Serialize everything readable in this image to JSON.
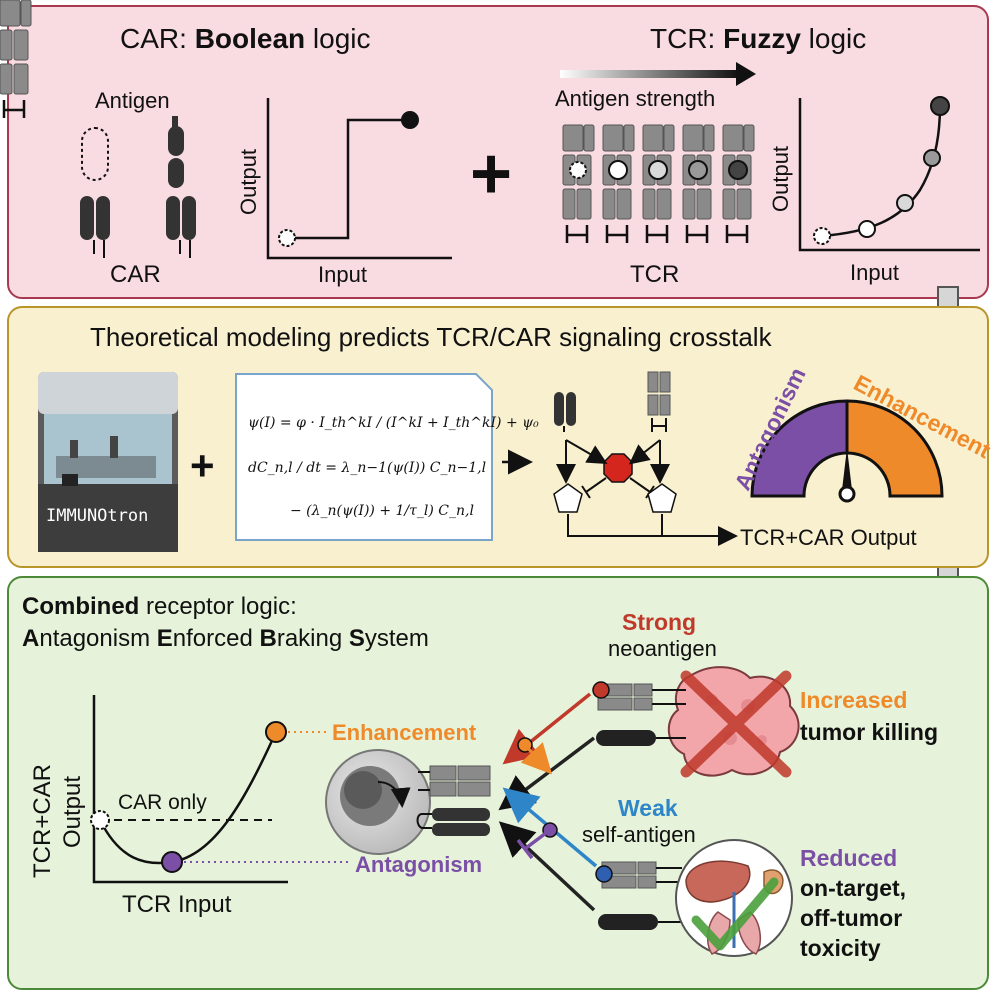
{
  "panel1": {
    "car_prefix": "CAR: ",
    "car_bold": "Boolean",
    "car_suffix": " logic",
    "tcr_prefix": "TCR: ",
    "tcr_bold": "Fuzzy",
    "tcr_suffix": " logic",
    "antigen_label": "Antigen",
    "car_label": "CAR",
    "antigen_strength_label": "Antigen strength",
    "tcr_label": "TCR",
    "output_label": "Output",
    "input_label": "Input",
    "plus": "+"
  },
  "panel2": {
    "title": "Theoretical modeling predicts TCR/CAR signaling crosstalk",
    "machine_label": "IMMUNOtron",
    "plus": "+",
    "eq1": "ψ(I) = φ · I_th^kI / (I^kI + I_th^kI) + ψ₀",
    "eq2": "dC_n,l / dt = λ_n−1(ψ(I)) C_n−1,l",
    "eq3": "− (λ_n(ψ(I)) + 1/τ_l) C_n,l",
    "gauge_left": "Antagonism",
    "gauge_right": "Enhancement",
    "output_label": "TCR+CAR Output",
    "colors": {
      "antagonism": "#7b4fa6",
      "enhancement": "#ef8a2a"
    }
  },
  "panel3": {
    "title_line1_bold": "Combined",
    "title_line1_rest": " receptor logic:",
    "title_line2": [
      {
        "bold": "A",
        "rest": "ntagonism "
      },
      {
        "bold": "E",
        "rest": "nforced "
      },
      {
        "bold": "B",
        "rest": "raking "
      },
      {
        "bold": "S",
        "rest": "ystem"
      }
    ],
    "y_label_line1": "TCR+CAR",
    "y_label_line2": "Output",
    "x_label": "TCR Input",
    "car_only": "CAR only",
    "enhancement": "Enhancement",
    "antagonism": "Antagonism",
    "strong": "Strong",
    "neoantigen": "neoantigen",
    "weak": "Weak",
    "self_antigen": "self-antigen",
    "increased": "Increased",
    "tumor_killing": "tumor killing",
    "reduced": "Reduced",
    "on_target": "on-target,",
    "off_tumor": "off-tumor",
    "toxicity": "toxicity",
    "colors": {
      "strong": "#c0392b",
      "weak": "#2e86c8",
      "enhancement": "#ef8a2a",
      "antagonism": "#7b4fa6"
    }
  }
}
